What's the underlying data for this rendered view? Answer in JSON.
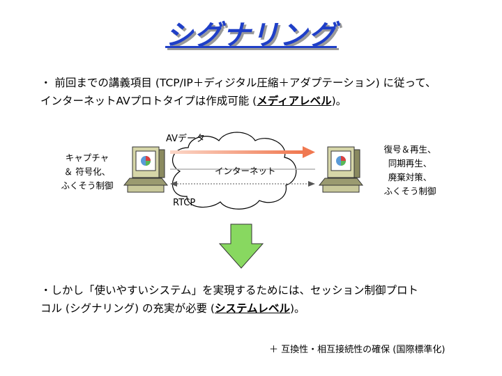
{
  "title": "シグナリング",
  "intro": {
    "line1": "・ 前回までの講義項目 (TCP/IP＋ディジタル圧縮＋アダプテーション) に従って、",
    "line2_prefix": "インターネットAVプロトタイプは作成可能 (",
    "line2_emph": "メディアレベル",
    "line2_suffix": ")。"
  },
  "diagram": {
    "av_data_label": "AVデータ",
    "internet_label": "インターネット",
    "rtcp_label": "RTCP",
    "sender_lines": [
      "キャプチャ",
      "＆ 符号化、",
      "ふくそう制御"
    ],
    "receiver_lines": [
      "復号＆再生、",
      "同期再生、",
      "廃棄対策、",
      "ふくそう制御"
    ],
    "arrow_color": "#f08060",
    "down_arrow_color": "#88d860"
  },
  "conclusion": {
    "line1": "・しかし「使いやすいシステム」を実現するためには、セッション制御プロト",
    "line2_prefix": "コル (シグナリング) の充実が必要 (",
    "line2_emph": "システムレベル",
    "line2_suffix": ")。"
  },
  "footer": "＋ 互換性・相互接続性の確保 (国際標準化)"
}
